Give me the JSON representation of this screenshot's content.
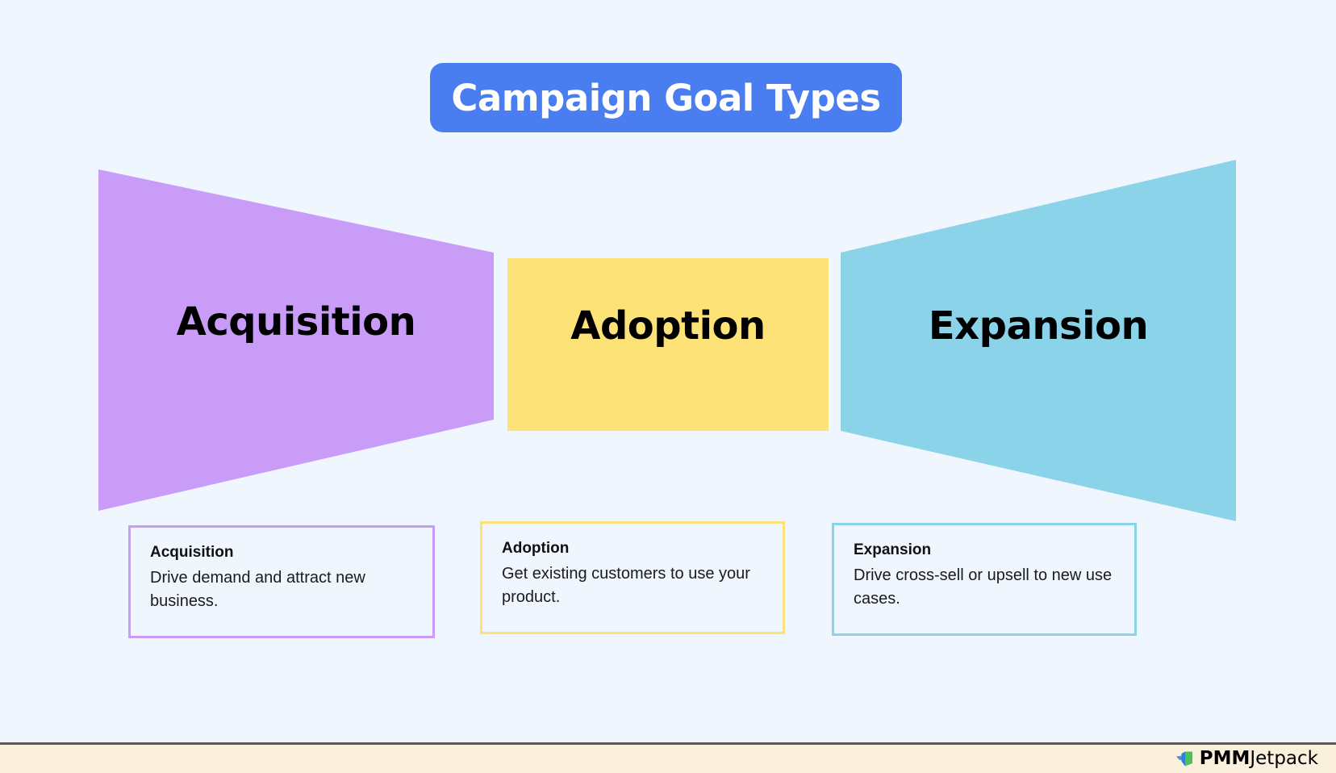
{
  "page": {
    "background_color": "#EFF6FE"
  },
  "header": {
    "title": "Campaign Goal Types",
    "pill_color": "#4A7DF0",
    "title_color": "#FFFFFF"
  },
  "funnel": {
    "stages": [
      {
        "label": "Acquisition",
        "color": "#C89CF7",
        "shape": "trapezoid-narrowing-right"
      },
      {
        "label": "Adoption",
        "color": "#FDE277",
        "shape": "rectangle"
      },
      {
        "label": "Expansion",
        "color": "#8BD3E8",
        "shape": "trapezoid-widening-right"
      }
    ]
  },
  "legend": {
    "cards": [
      {
        "title": "Acquisition",
        "description": "Drive demand and attract new business.",
        "border_color": "#C89CF7"
      },
      {
        "title": "Adoption",
        "description": "Get existing customers to use your product.",
        "border_color": "#FDE277"
      },
      {
        "title": "Expansion",
        "description": "Drive cross-sell or upsell to new use cases.",
        "border_color": "#8BD3E8"
      }
    ]
  },
  "footer": {
    "background_color": "#FAF0DC",
    "brand_bold": "PMM",
    "brand_light": "Jetpack",
    "icon": "jetpack-icon"
  }
}
